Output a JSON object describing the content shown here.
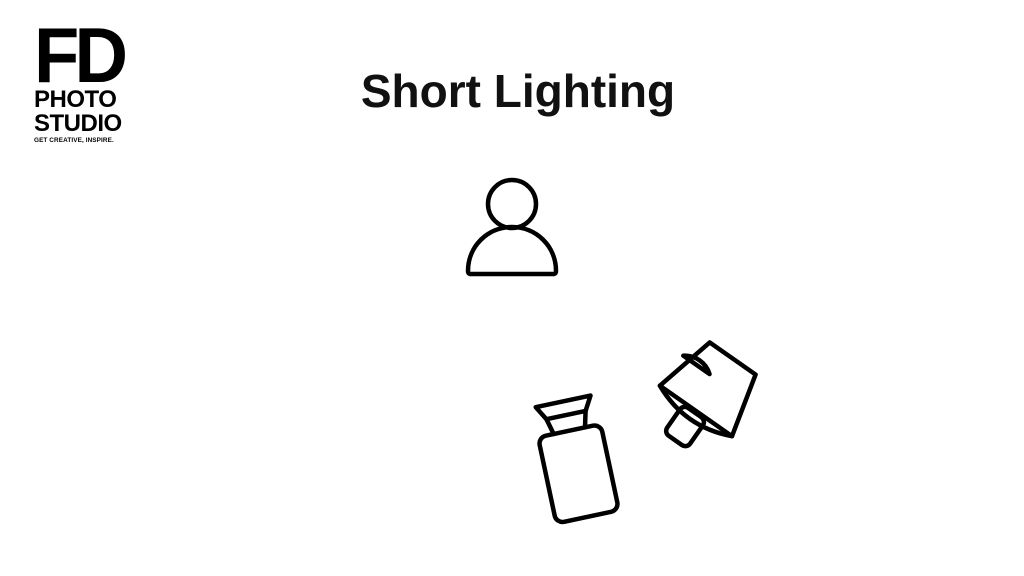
{
  "logo": {
    "line1": "FD",
    "line2": "PHOTO",
    "line3": "STUDIO",
    "tagline": "GET CREATIVE, INSPIRE."
  },
  "title": "Short Lighting",
  "diagram": {
    "subject_icon": "person-icon",
    "lights": [
      {
        "icon": "flash-head-icon"
      },
      {
        "icon": "reflector-light-icon"
      }
    ]
  },
  "colors": {
    "background": "#ffffff",
    "foreground": "#000000"
  }
}
